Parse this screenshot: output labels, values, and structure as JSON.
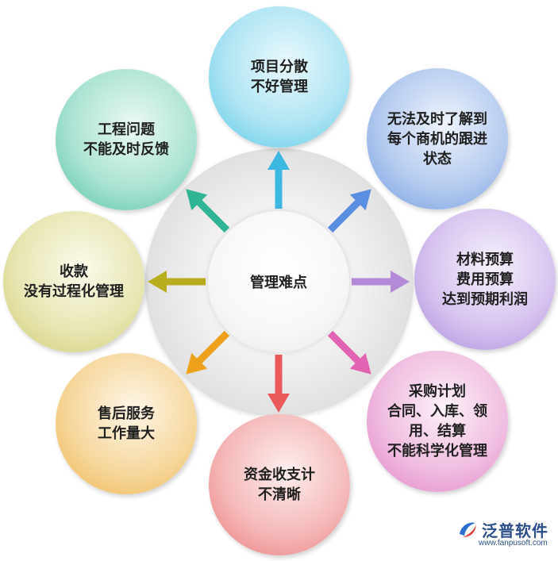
{
  "center": {
    "label": "管理难点"
  },
  "nodes": [
    {
      "lines": [
        "项目分散",
        "不好管理"
      ],
      "color": "#52c7e6",
      "arrow_color": "#3cb8e2"
    },
    {
      "lines": [
        "无法及时了解到",
        "每个商机的跟进",
        "状态"
      ],
      "color": "#6e99e0",
      "arrow_color": "#5a8ee0"
    },
    {
      "lines": [
        "材料预算",
        "费用预算",
        "达到预期利润"
      ],
      "color": "#aa87dc",
      "arrow_color": "#b48ad8"
    },
    {
      "lines": [
        "采购计划",
        "合同、入库、领",
        "用、结算",
        "不能科学化管理"
      ],
      "color": "#e07fc6",
      "arrow_color": "#e163b2"
    },
    {
      "lines": [
        "资金收支计",
        "不清晰"
      ],
      "color": "#ea7676",
      "arrow_color": "#ea5a5a"
    },
    {
      "lines": [
        "售后服务",
        "工作量大"
      ],
      "color": "#efb24a",
      "arrow_color": "#eea21c"
    },
    {
      "lines": [
        "收款",
        "没有过程化管理"
      ],
      "color": "#cfcb6e",
      "arrow_color": "#b8ad1e"
    },
    {
      "lines": [
        "工程问题",
        "不能及时反馈"
      ],
      "color": "#4cc2a4",
      "arrow_color": "#2fb494"
    }
  ],
  "logo": {
    "name": "泛普软件",
    "url": "www.fanpusoft.com",
    "icon": "fanpu-logo-icon"
  }
}
